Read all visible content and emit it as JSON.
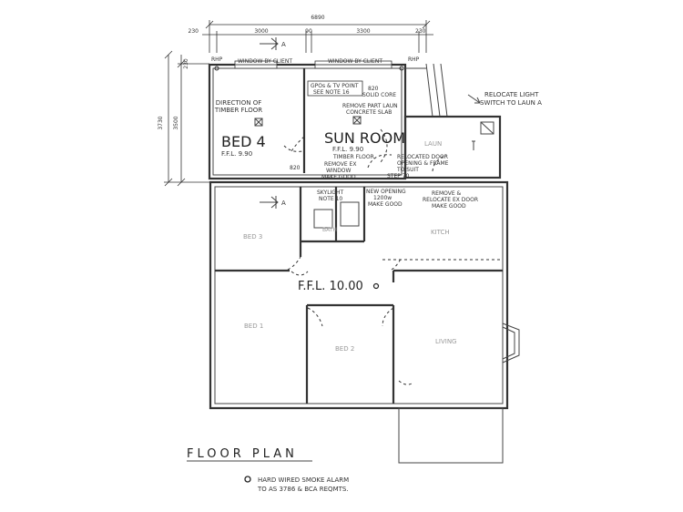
{
  "title": "FLOOR PLAN",
  "legend": {
    "line1": "HARD WIRED SMOKE ALARM",
    "line2": "TO AS 3786 & BCA REQMTS."
  },
  "dimensions": {
    "overall": "6890",
    "left_end": "230",
    "bed4_width": "3000",
    "mid_wall": "90",
    "sun_width": "3300",
    "right_end": "230",
    "vert_small": "230",
    "vert_outer": "3730",
    "vert_inner": "3500"
  },
  "section_marker": "A",
  "notes": {
    "rhp_left": "RHP",
    "rhp_right": "RHP",
    "window_left": "WINDOW BY CLIENT",
    "window_right": "WINDOW BY CLIENT",
    "timber_floor_1": "DIRECTION OF",
    "timber_floor_2": "TIMBER FLOOR",
    "gpo_1": "GPOs & TV POINT",
    "gpo_2": "SEE NOTE 16",
    "dim_820_top": "820",
    "solid_core": "SOLID CORE",
    "remove_slab_1": "REMOVE PART LAUN",
    "remove_slab_2": "CONCRETE SLAB",
    "relocate_light_1": "RELOCATE LIGHT",
    "relocate_light_2": "SWITCH TO LAUN A",
    "timber_floor_sun": "TIMBER FLOOR",
    "dim_820_left": "820",
    "remove_window_1": "REMOVE EX",
    "remove_window_2": "WINDOW",
    "remove_window_3": "MAKE GOOD",
    "relocated_door_1": "RELOCATED DOOR",
    "relocated_door_2": "OPENING & FRAME",
    "relocated_door_3": "TO SUIT",
    "step": "STEP 70",
    "skylight_1": "SKYLIGHT",
    "skylight_2": "NOTE 10",
    "new_opening_1": "NEW OPENING",
    "new_opening_2": "1200w",
    "new_opening_3": "MAKE GOOD",
    "remove_door_1": "REMOVE &",
    "remove_door_2": "RELOCATE EX DOOR",
    "remove_door_3": "MAKE GOOD"
  },
  "rooms": {
    "bed4": "BED 4",
    "bed4_ffl": "F.F.L. 9.90",
    "sun_room": "SUN ROOM",
    "sun_ffl": "F.F.L. 9.90",
    "laun": "LAUN",
    "bed3": "BED 3",
    "bath": "BATH",
    "kitch": "KITCH",
    "main_ffl": "F.F.L. 10.00",
    "bed1": "BED 1",
    "bed2": "BED 2",
    "living": "LIVING"
  }
}
